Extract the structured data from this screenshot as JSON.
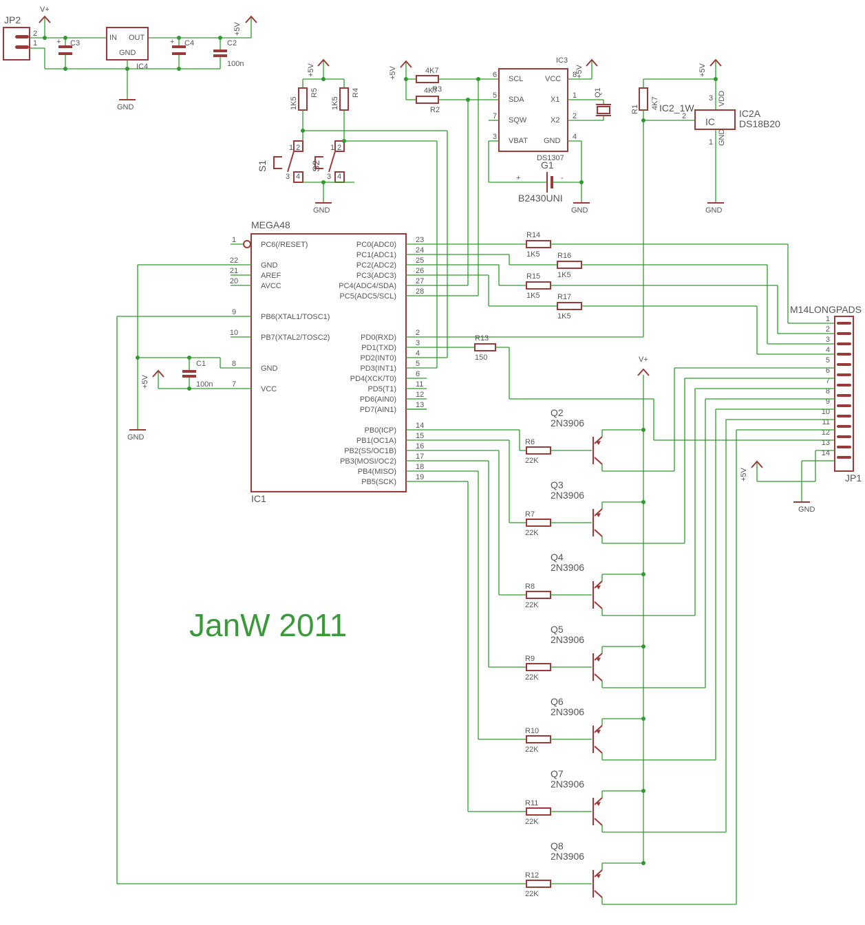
{
  "labels": {
    "jp2": "JP2",
    "vplus": "V+",
    "plus5v": "+5V",
    "gnd": "GND",
    "in": "IN",
    "out": "OUT",
    "c3": "C3",
    "c4": "C4",
    "c2": "C2",
    "c1": "C1",
    "ic4": "IC4",
    "n100": "100n",
    "r5": "R5",
    "r4": "R4",
    "k15": "1K5",
    "s1": "S1",
    "s2": "S2",
    "k47": "4K7",
    "r3": "R3",
    "r2": "R2",
    "r1": "R1",
    "ic3": "IC3",
    "scl": "SCL",
    "sda": "SDA",
    "sqw": "SQW",
    "vbat": "VBAT",
    "vcc": "VCC",
    "x1": "X1",
    "x2": "X2",
    "q1": "Q1",
    "ds1307": "DS1307",
    "g1": "G1",
    "b2430": "B2430UNI",
    "ic2_1w": "IC2_1W",
    "ic2a": "IC2A",
    "ds18b20": "DS18B20",
    "vdd": "VDD",
    "ic": "IC",
    "mega48": "MEGA48",
    "ic1": "IC1",
    "aref": "AREF",
    "avcc": "AVCC",
    "r13": "R13",
    "v150": "150",
    "m14": "M14LONGPADS",
    "jp1": "JP1",
    "npn": "2N3906",
    "k22": "22K",
    "watermark": "JanW 2011"
  },
  "mcu": {
    "left_pins": [
      {
        "num": "1",
        "name": "PC6(/RESET)"
      },
      {
        "num": "22",
        "name": "GND"
      },
      {
        "num": "21",
        "name": "AREF"
      },
      {
        "num": "20",
        "name": "AVCC"
      },
      {
        "num": "9",
        "name": "PB6(XTAL1/TOSC1)"
      },
      {
        "num": "10",
        "name": "PB7(XTAL2/TOSC2)"
      },
      {
        "num": "8",
        "name": "GND"
      },
      {
        "num": "7",
        "name": "VCC"
      }
    ],
    "right_pins": [
      {
        "num": "23",
        "name": "PC0(ADC0)"
      },
      {
        "num": "24",
        "name": "PC1(ADC1)"
      },
      {
        "num": "25",
        "name": "PC2(ADC2)"
      },
      {
        "num": "26",
        "name": "PC3(ADC3)"
      },
      {
        "num": "27",
        "name": "PC4(ADC4/SDA)"
      },
      {
        "num": "28",
        "name": "PC5(ADC5/SCL)"
      },
      {
        "num": "2",
        "name": "PD0(RXD)"
      },
      {
        "num": "3",
        "name": "PD1(TXD)"
      },
      {
        "num": "4",
        "name": "PD2(INT0)"
      },
      {
        "num": "5",
        "name": "PD3(INT1)"
      },
      {
        "num": "6",
        "name": "PD4(XCK/T0)"
      },
      {
        "num": "11",
        "name": "PD5(T1)"
      },
      {
        "num": "12",
        "name": "PD6(AIN0)"
      },
      {
        "num": "13",
        "name": "PD7(AIN1)"
      },
      {
        "num": "14",
        "name": "PB0(ICP)"
      },
      {
        "num": "15",
        "name": "PB1(OC1A)"
      },
      {
        "num": "16",
        "name": "PB2(SS/OC1B)"
      },
      {
        "num": "17",
        "name": "PB3(MOSI/OC2)"
      },
      {
        "num": "18",
        "name": "PB4(MISO)"
      },
      {
        "num": "19",
        "name": "PB5(SCK)"
      }
    ]
  },
  "adc_resistors": [
    {
      "name": "R14",
      "value": "1K5"
    },
    {
      "name": "R16",
      "value": "1K5"
    },
    {
      "name": "R15",
      "value": "1K5"
    },
    {
      "name": "R17",
      "value": "1K5"
    }
  ],
  "transistors": [
    {
      "q": "Q2",
      "r": "R6"
    },
    {
      "q": "Q3",
      "r": "R7"
    },
    {
      "q": "Q4",
      "r": "R8"
    },
    {
      "q": "Q5",
      "r": "R9"
    },
    {
      "q": "Q6",
      "r": "R10"
    },
    {
      "q": "Q7",
      "r": "R11"
    },
    {
      "q": "Q8",
      "r": "R12"
    }
  ],
  "jp1_pins": [
    "1",
    "2",
    "3",
    "4",
    "5",
    "6",
    "7",
    "8",
    "9",
    "10",
    "11",
    "12",
    "13",
    "14"
  ],
  "small_pins": {
    "jp2": [
      "2",
      "1"
    ],
    "switch": [
      "1",
      "2",
      "3",
      "4"
    ],
    "ic3": [
      "6",
      "5",
      "7",
      "3",
      "8",
      "1",
      "2",
      "4"
    ],
    "ic2": [
      "2",
      "3",
      "1"
    ]
  },
  "battery_pol": {
    "plus": "+",
    "minus": "-"
  }
}
